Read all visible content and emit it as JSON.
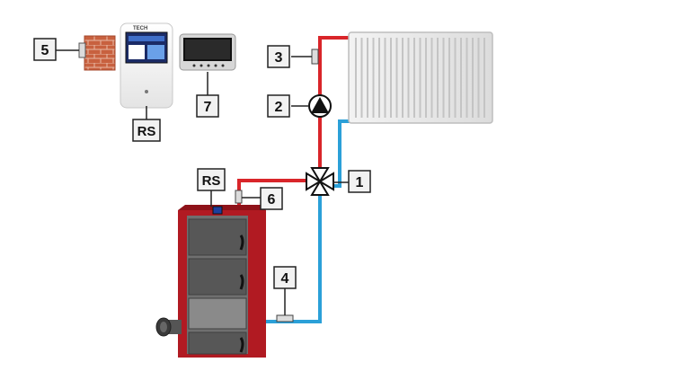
{
  "labels": {
    "l1": "1",
    "l2": "2",
    "l3": "3",
    "l4": "4",
    "l5": "5",
    "l6": "6",
    "l7": "7",
    "rs_controller": "RS",
    "rs_boiler": "RS"
  },
  "controller": {
    "brand": "TECH"
  },
  "colors": {
    "supply": "#d9252a",
    "return": "#2ba0d8",
    "boiler_red": "#b11a22",
    "boiler_body": "#6f6f6f",
    "label_border": "#222222",
    "label_fill": "#f2f2f2"
  },
  "icons": [
    "brick-wall-icon",
    "pump-icon",
    "mixing-valve-icon",
    "fan-icon",
    "temperature-sensor-icon"
  ]
}
